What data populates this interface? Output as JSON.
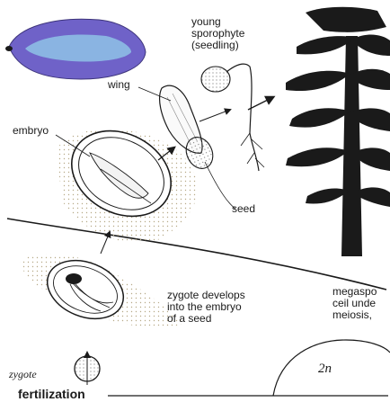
{
  "labels": {
    "young_sporophyte": "young\nsporophyte\n(seedling)",
    "wing": "wing",
    "embryo": "embryo",
    "seed": "seed",
    "zygote_develops": "zygote develops\ninto the embryo\nof a seed",
    "megaspore": "megaspo\nceil unde\nmeiosis,",
    "zygote": "zygote",
    "fertilization": "fertilization",
    "ploidy": "2n"
  },
  "colors": {
    "ink": "#1a1a1a",
    "seed_violet": "#6f62c8",
    "seed_blue": "#8fc3e6",
    "stipple": "#b8ab8a"
  }
}
